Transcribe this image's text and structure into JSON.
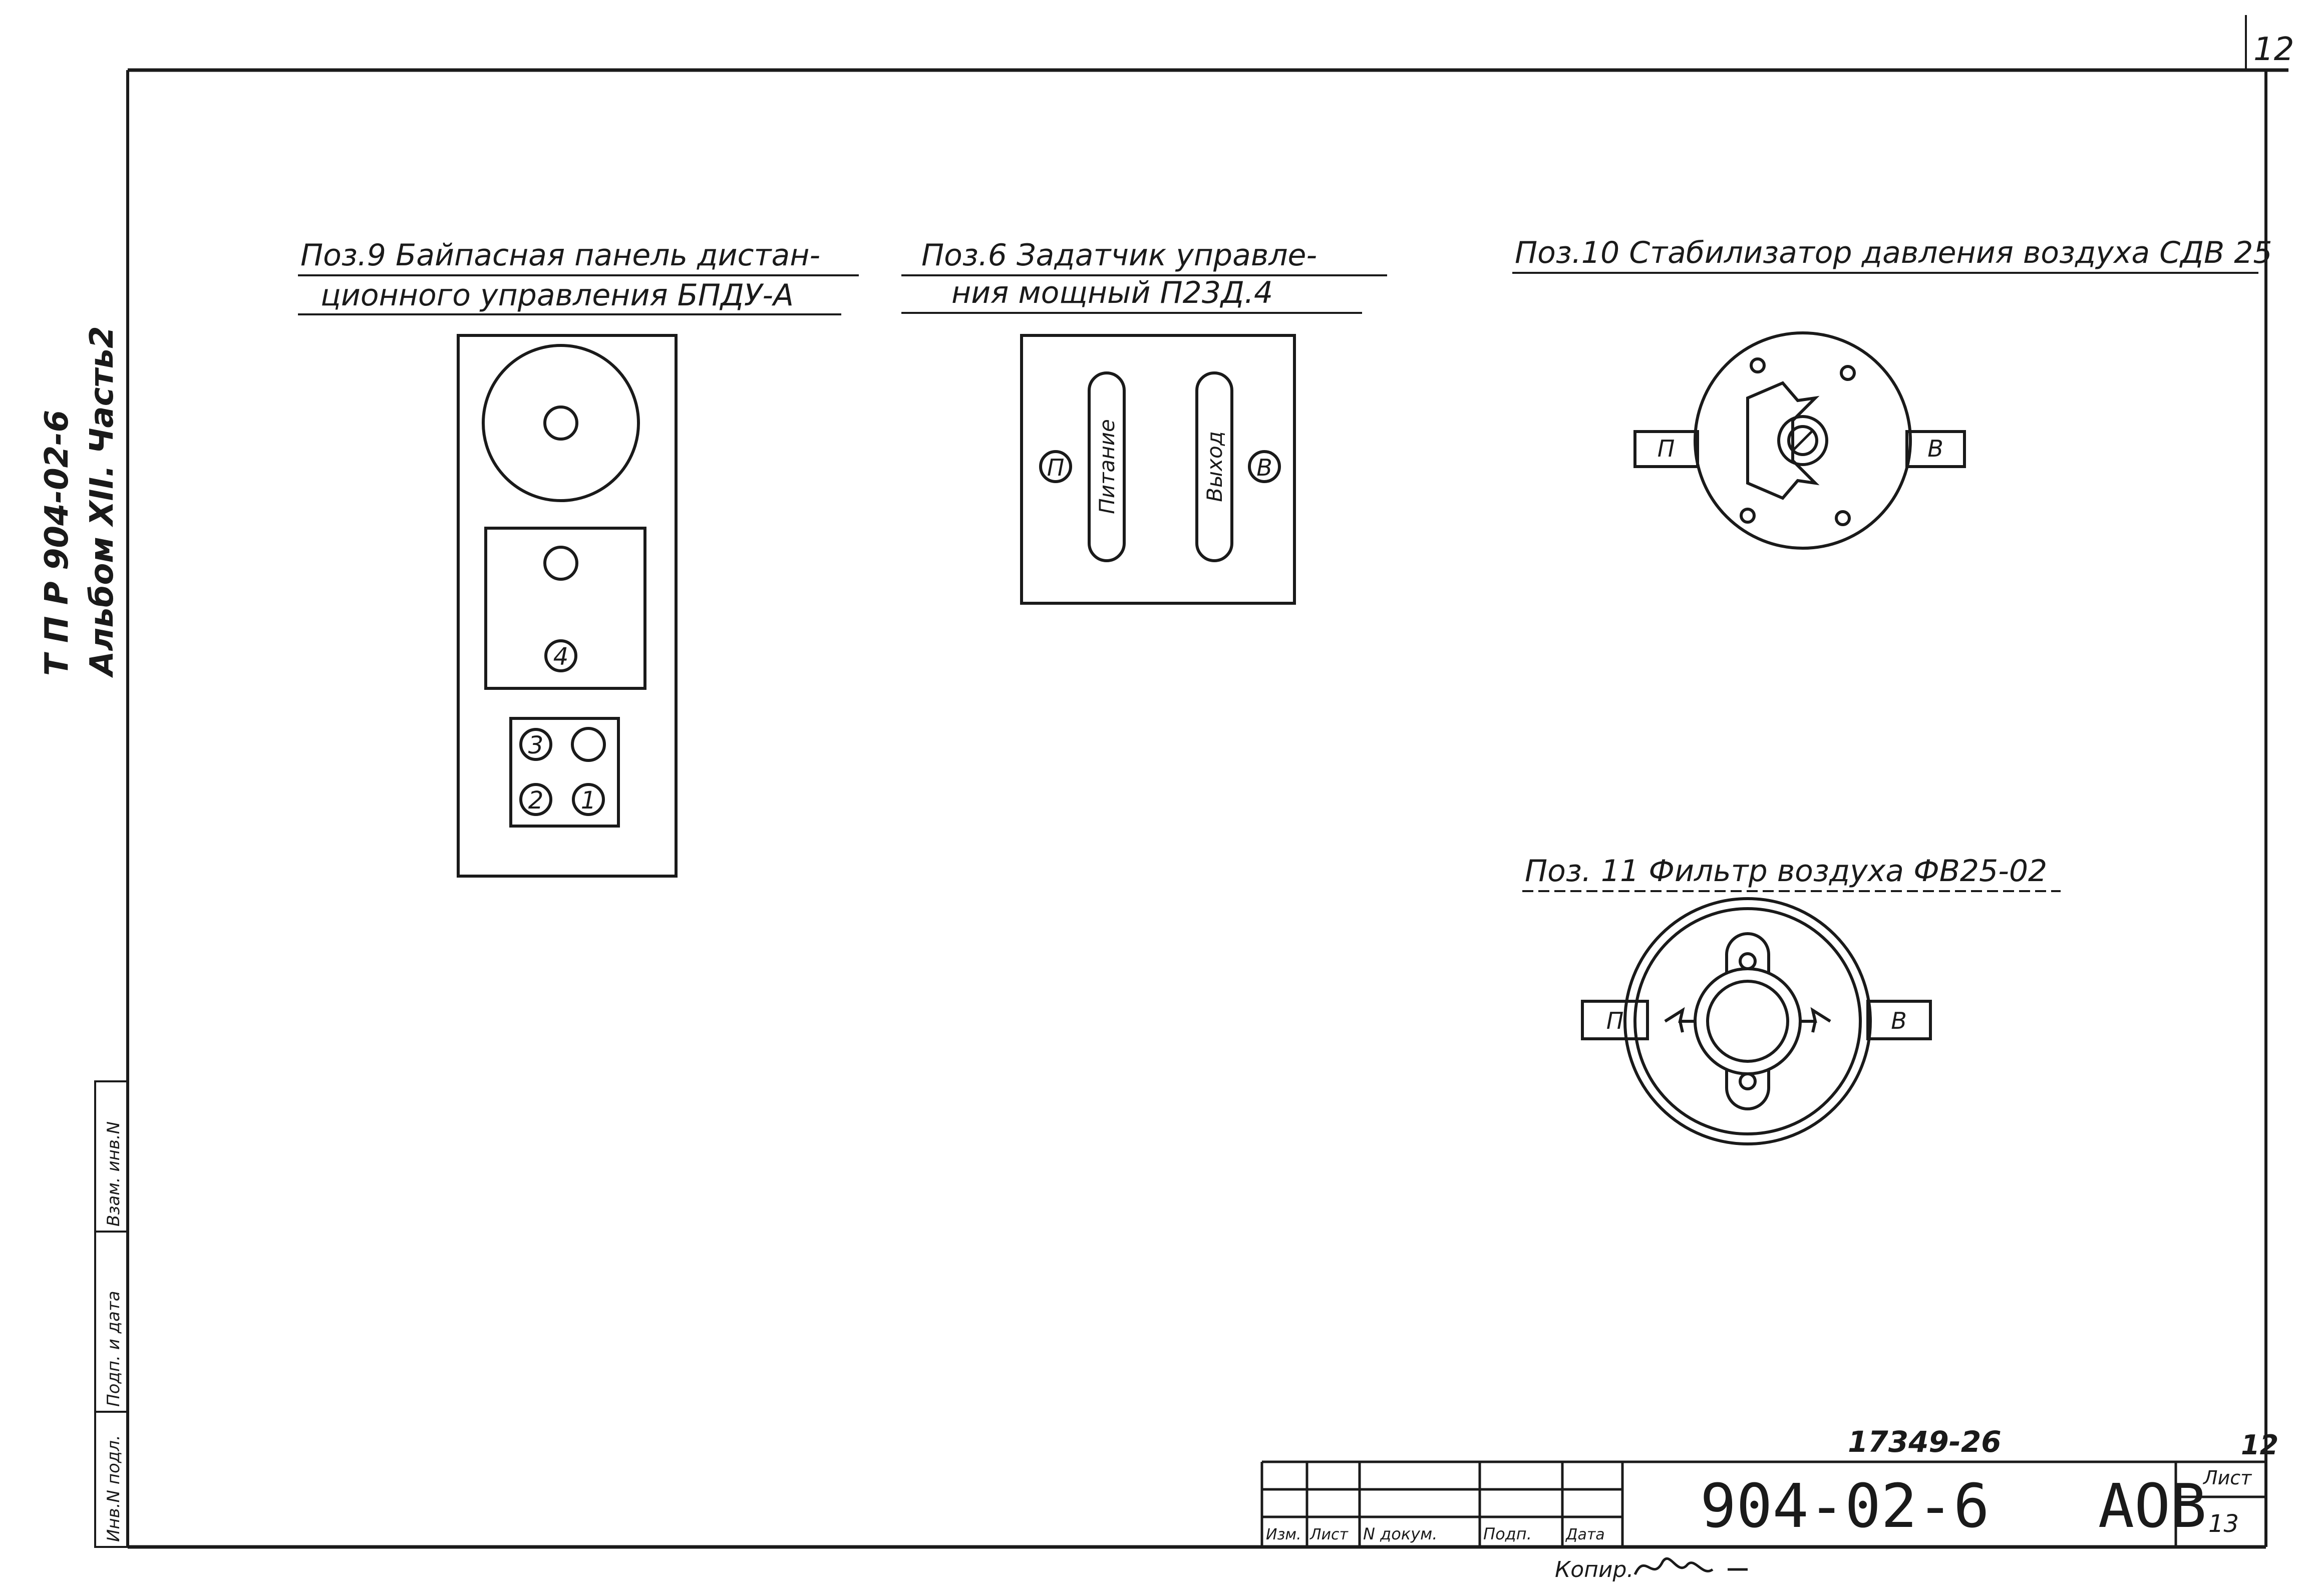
{
  "sheet": {
    "corner_number": "12",
    "side": {
      "line1": "Т П Р   904-02-6",
      "line2": "Альбом XII.  Часть2"
    },
    "left_stamp": [
      "Инв.N подл.",
      "Подп. и дата",
      "Взам. инв.N"
    ]
  },
  "pos9": {
    "title1": "Поз.9  Байпасная панель дистан-",
    "title2": "ционного управления БПДУ-А",
    "labels": [
      "4",
      "3",
      "2",
      "1"
    ]
  },
  "pos6": {
    "title1": "Поз.6  Задатчик управле-",
    "title2": "ния мощный П23Д.4",
    "left_mark": "П",
    "right_mark": "В",
    "left_slot": "Питание",
    "right_slot": "Выход"
  },
  "pos10": {
    "title": "Поз.10 Стабилизатор давления воздуха СДВ 25",
    "left_mark": "П",
    "right_mark": "В"
  },
  "pos11": {
    "title": "Поз. 11  Фильтр воздуха ФВ25-02",
    "left_mark": "П",
    "right_mark": "В"
  },
  "title_block": {
    "order_no": "17349-26",
    "doc_code": "904-02-6   АОВ",
    "sheet_no": "12",
    "sheet_label": "Лист",
    "sheet_total": "13",
    "cols": [
      "Изм.",
      "Лист",
      "N докум.",
      "Подп.",
      "Дата"
    ],
    "copied": "Копир."
  }
}
